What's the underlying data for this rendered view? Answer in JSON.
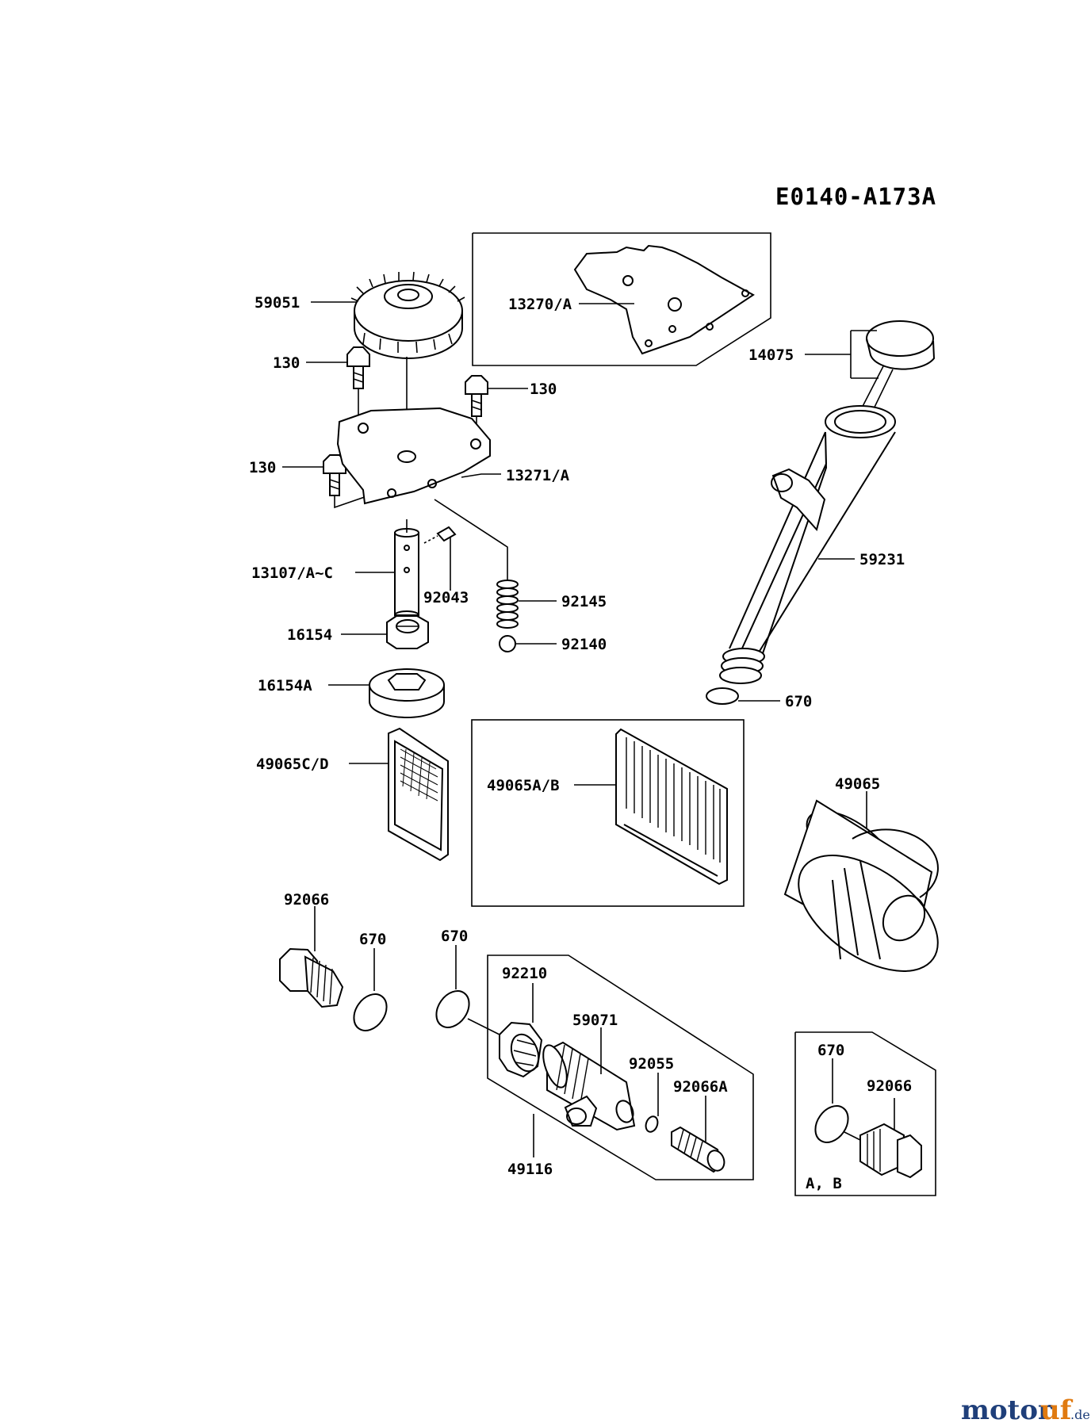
{
  "diagram_code": "E0140-A173A",
  "labels": {
    "p59051": "59051",
    "p130a": "130",
    "p130b": "130",
    "p130c": "130",
    "p13270": "13270/A",
    "p14075": "14075",
    "p13271": "13271/A",
    "p13107": "13107/A~C",
    "p92043": "92043",
    "p92145": "92145",
    "p92140": "92140",
    "p16154": "16154",
    "p16154a": "16154A",
    "p59231": "59231",
    "p670a": "670",
    "p49065cd": "49065C/D",
    "p49065ab": "49065A/B",
    "p49065": "49065",
    "p92066a": "92066",
    "p670b": "670",
    "p670c": "670",
    "p92210": "92210",
    "p59071": "59071",
    "p92055": "92055",
    "p92066A": "92066A",
    "p49116": "49116",
    "p670d": "670",
    "p92066b": "92066",
    "ab": "A, B"
  },
  "watermark": {
    "part1": "motor",
    "part2": "uf",
    "tld": ".de"
  }
}
